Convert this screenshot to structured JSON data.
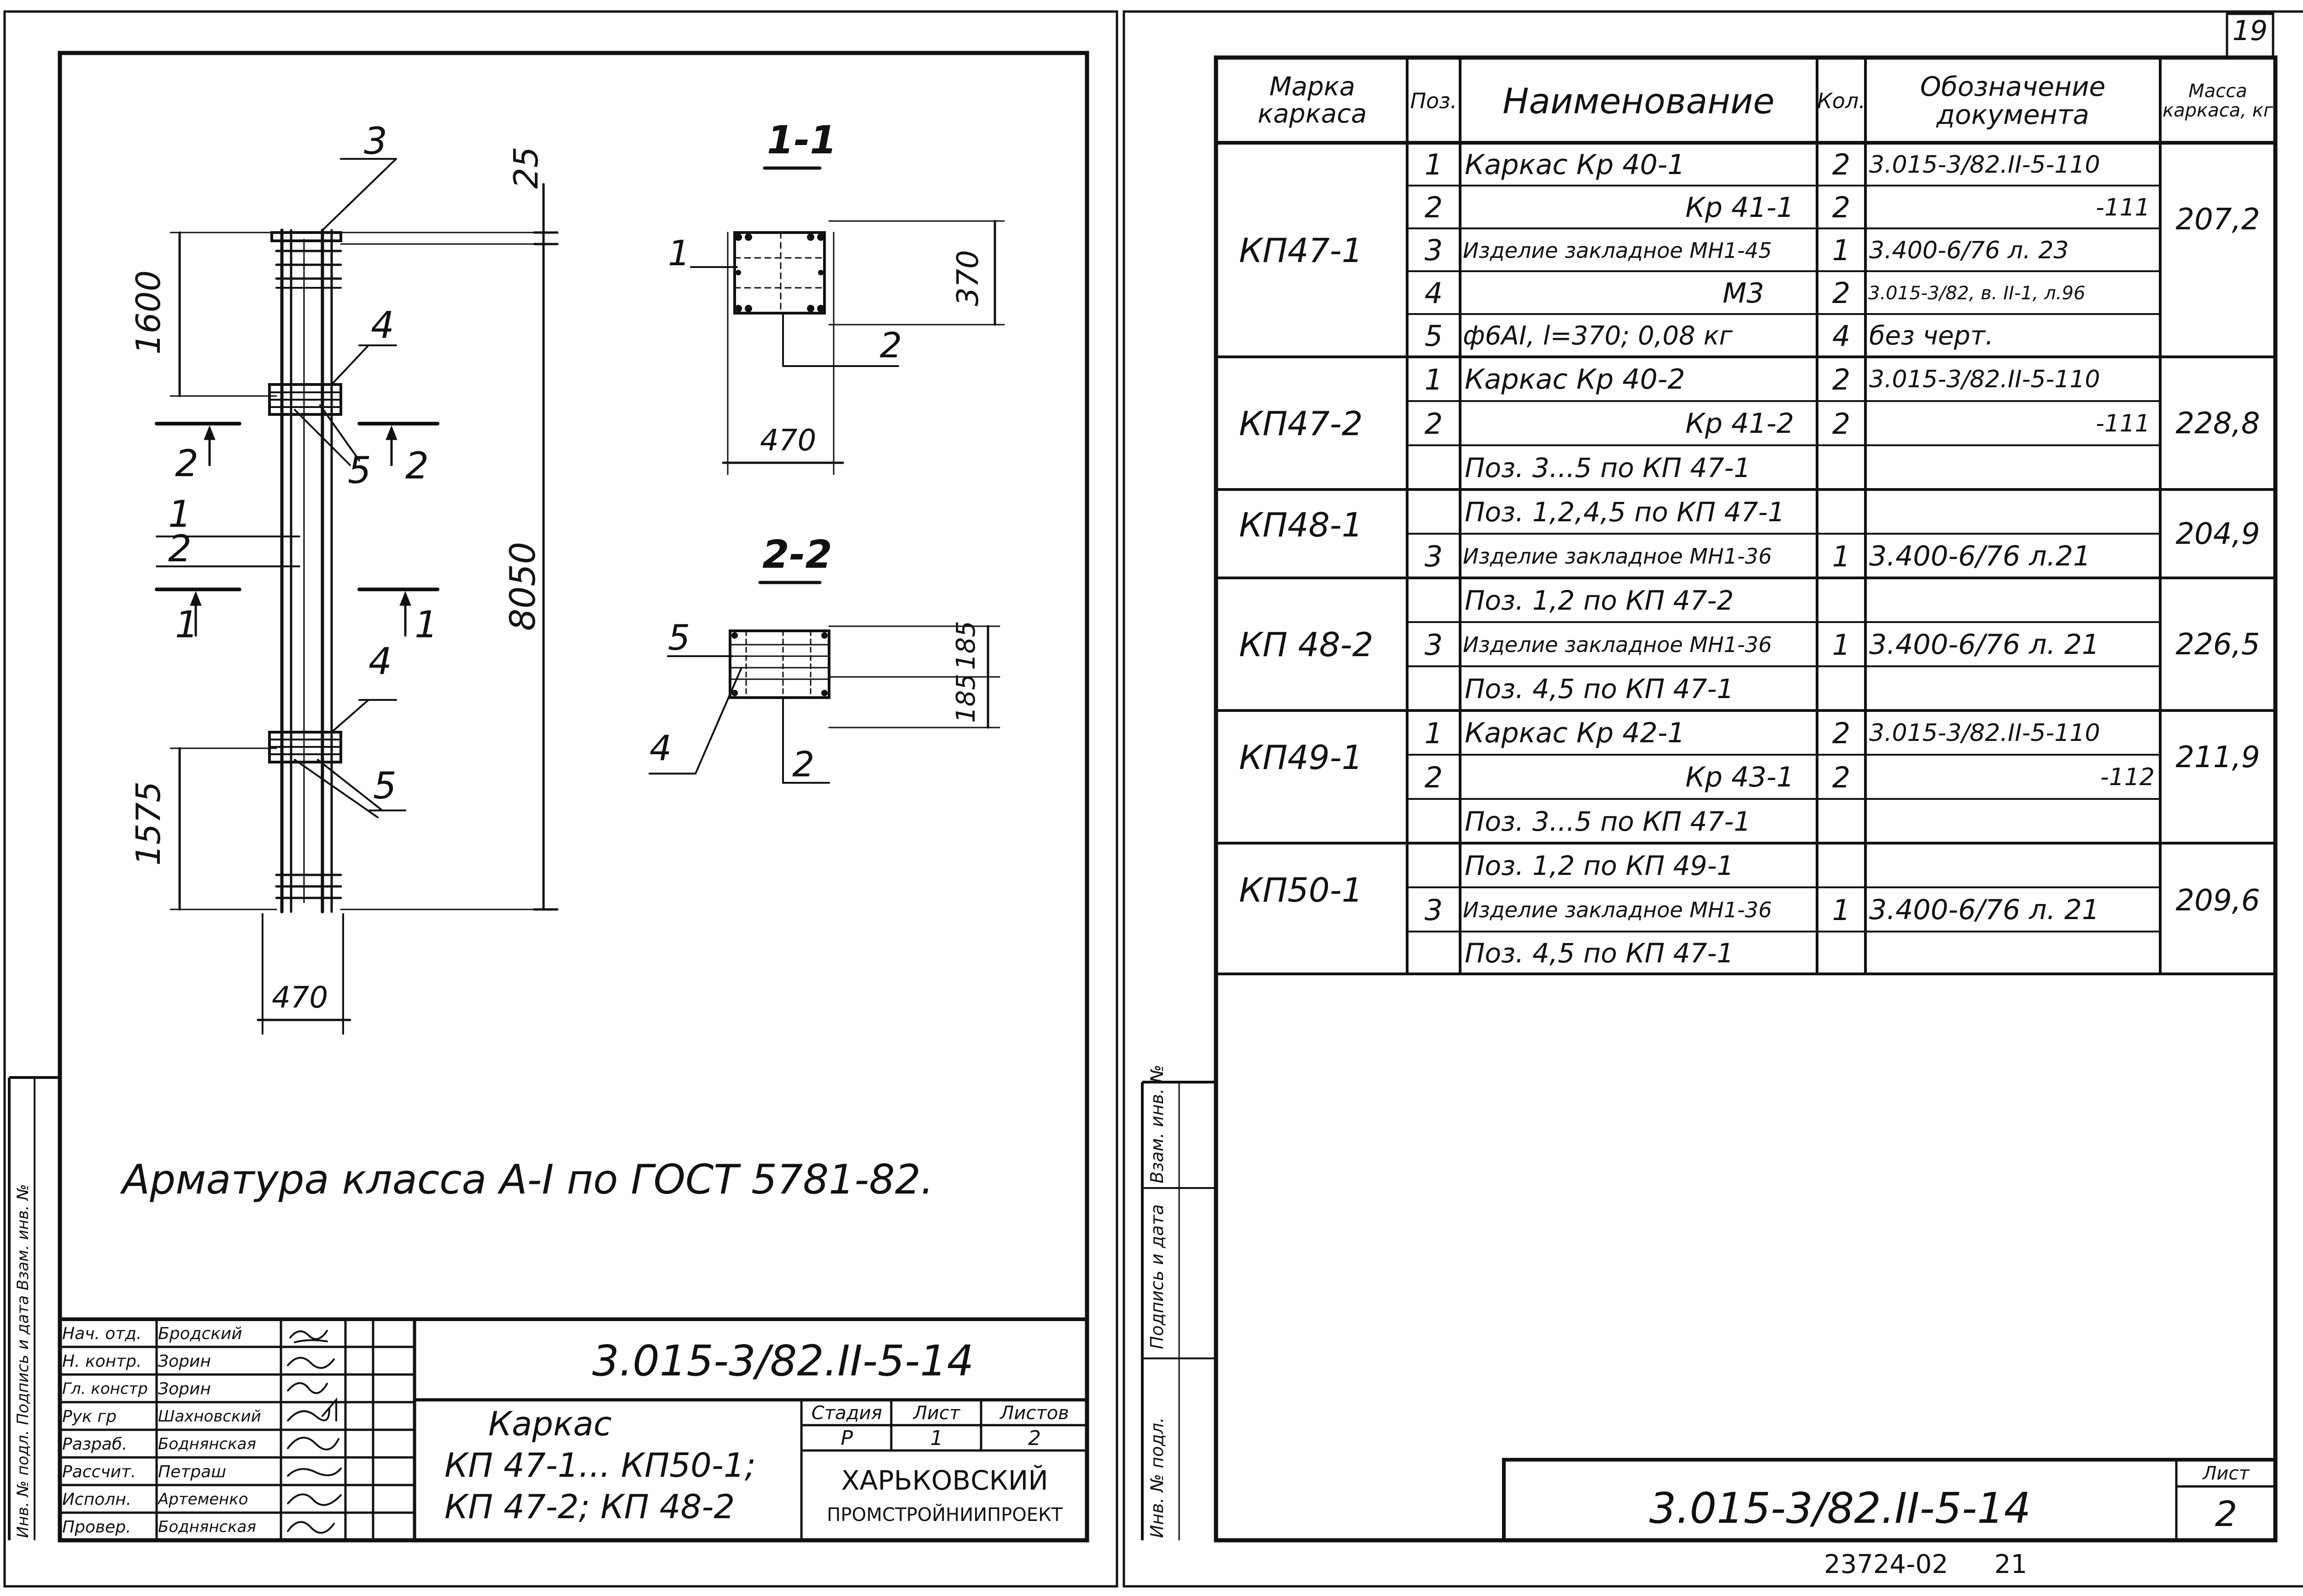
{
  "sheet_number": "19",
  "left_sheet": {
    "drawing": {
      "callouts": {
        "pos3": "3",
        "pos4_top": "4",
        "pos5_top": "5",
        "pos4_bot": "4",
        "pos5_bot": "5",
        "mark2_left": "2",
        "mark2_right": "2",
        "mark1_left": "1",
        "mark1_right": "1",
        "line1": "1",
        "line2": "2"
      },
      "dims": {
        "d25": "25",
        "d1600": "1600",
        "d8050": "8050",
        "d1575": "1575",
        "d470": "470"
      }
    },
    "section_1_1": {
      "title": "1-1",
      "label_1": "1",
      "label_2": "2",
      "dim_370": "370",
      "dim_470": "470"
    },
    "section_2_2": {
      "title": "2-2",
      "label_5": "5",
      "label_4": "4",
      "label_2": "2",
      "dim_185a": "185",
      "dim_185b": "185"
    },
    "note": "Арматура класса А-I по ГОСТ 5781-82.",
    "title_block": {
      "people": [
        {
          "role": "Нач. отд.",
          "name": "Бродский"
        },
        {
          "role": "Н. контр.",
          "name": "Зорин"
        },
        {
          "role": "Гл. констр",
          "name": "Зорин"
        },
        {
          "role": "Рук гр",
          "name": "Шахновский"
        },
        {
          "role": "Разраб.",
          "name": "Боднянская"
        },
        {
          "role": "Рассчит.",
          "name": "Петраш"
        },
        {
          "role": "Исполн.",
          "name": "Артеменко"
        },
        {
          "role": "Провер.",
          "name": "Боднянская"
        }
      ],
      "doc_code": "3.015-3/82.II-5-14",
      "title_lines": [
        "Каркас",
        "КП 47-1... КП50-1;",
        "КП 47-2; КП 48-2"
      ],
      "stage_label": "Стадия",
      "sheet_label": "Лист",
      "sheets_label": "Листов",
      "stage": "Р",
      "sheet": "1",
      "sheets": "2",
      "org_line1": "ХАРЬКОВСКИЙ",
      "org_line2": "ПРОМСТРОЙНИИПРОЕКТ"
    },
    "side_stamp": "Инв. № подл. Подпись и дата Взам. инв. №"
  },
  "right_sheet": {
    "spec_table": {
      "headers": [
        "Марка каркаса",
        "Поз.",
        "Наименование",
        "Кол.",
        "Обозначение документа",
        "Масса каркаса, кг"
      ],
      "rows": [
        [
          "КП47-1",
          "1",
          "Каркас Кр 40-1",
          "2",
          "3.015-3/82.II-5-110",
          "207,2"
        ],
        [
          "",
          "2",
          "Кр 41-1",
          "2",
          "-111",
          ""
        ],
        [
          "",
          "3",
          "Изделие закладное МН1-45",
          "1",
          "3.400-6/76 л. 23",
          ""
        ],
        [
          "",
          "4",
          "М3",
          "2",
          "3.015-3/82, в. II-1, л.96",
          ""
        ],
        [
          "",
          "5",
          "ф6АI, l=370; 0,08 кг",
          "4",
          "без черт.",
          ""
        ],
        [
          "КП47-2",
          "1",
          "Каркас Кр 40-2",
          "2",
          "3.015-3/82.II-5-110",
          "228,8"
        ],
        [
          "",
          "2",
          "Кр 41-2",
          "2",
          "-111",
          ""
        ],
        [
          "",
          "",
          "Поз. 3...5 по КП 47-1",
          "",
          "",
          ""
        ],
        [
          "КП48-1",
          "",
          "Поз. 1,2,4,5 по КП 47-1",
          "",
          "",
          "204,9"
        ],
        [
          "",
          "3",
          "Изделие закладное МН1-36",
          "1",
          "3.400-6/76 л.21",
          ""
        ],
        [
          "КП 48-2",
          "",
          "Поз. 1,2 по КП 47-2",
          "",
          "",
          "226,5"
        ],
        [
          "",
          "3",
          "Изделие закладное МН1-36",
          "1",
          "3.400-6/76 л. 21",
          ""
        ],
        [
          "",
          "",
          "Поз. 4,5 по КП 47-1",
          "",
          "",
          ""
        ],
        [
          "КП49-1",
          "1",
          "Каркас Кр 42-1",
          "2",
          "3.015-3/82.II-5-110",
          "211,9"
        ],
        [
          "",
          "2",
          "Кр 43-1",
          "2",
          "-112",
          ""
        ],
        [
          "",
          "",
          "Поз. 3...5 по КП 47-1",
          "",
          "",
          ""
        ],
        [
          "КП50-1",
          "",
          "Поз. 1,2 по КП 49-1",
          "",
          "",
          "209,6"
        ],
        [
          "",
          "3",
          "Изделие закладное МН1-36",
          "1",
          "3.400-6/76 л. 21",
          ""
        ],
        [
          "",
          "",
          "Поз. 4,5 по КП 47-1",
          "",
          "",
          ""
        ]
      ]
    },
    "side_stamp": [
      "Инв. № подл.",
      "Подпись и дата",
      "Взам. инв. №"
    ],
    "stamp": {
      "doc_code": "3.015-3/82.II-5-14",
      "sheet_label": "Лист",
      "sheet": "2"
    },
    "archive_number": "23724-02",
    "archive_page": "21"
  }
}
